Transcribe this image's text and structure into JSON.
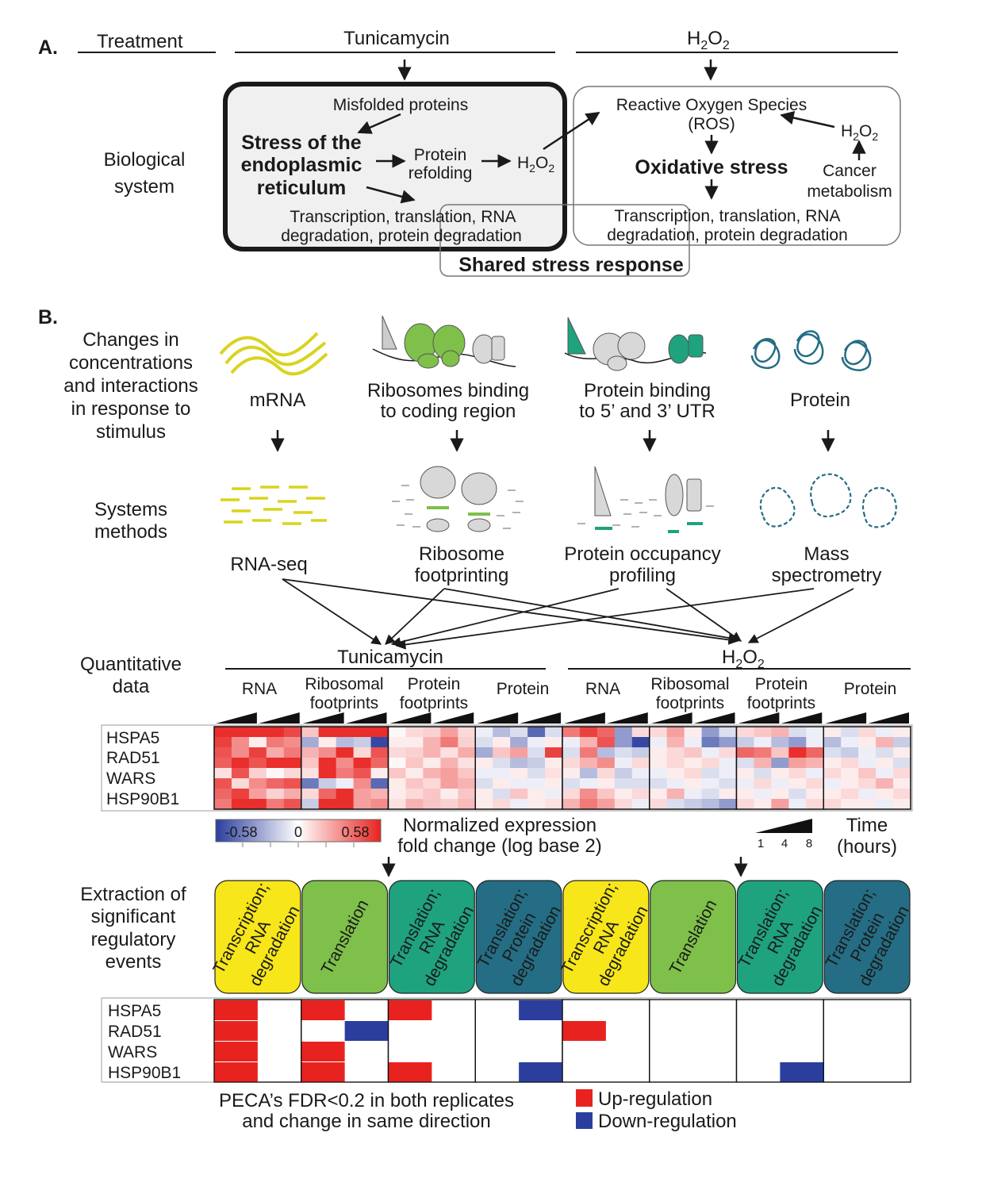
{
  "panel_a": {
    "label": "A.",
    "treatment_header": "Treatment",
    "treatments": [
      "Tunicamycin",
      "H",
      "2",
      "O",
      "2"
    ],
    "biological_system": [
      "Biological",
      "system"
    ],
    "er": {
      "misfolded": "Misfolded proteins",
      "stress_lines": [
        "Stress of the",
        "endoplasmic",
        "reticulum"
      ],
      "refolding_lines": [
        "Protein",
        "refolding"
      ],
      "h2o2": [
        "H",
        "2",
        "O",
        "2"
      ],
      "outputs": [
        "Transcription, translation, RNA",
        "degradation, protein degradation"
      ]
    },
    "ox": {
      "ros_lines": [
        "Reactive Oxygen Species",
        "(ROS)"
      ],
      "stress": "Oxidative stress",
      "h2o2": [
        "H",
        "2",
        "O",
        "2"
      ],
      "cancer_lines": [
        "Cancer",
        "metabolism"
      ],
      "outputs": [
        "Transcription, translation, RNA",
        "degradation, protein degradation"
      ]
    },
    "shared": "Shared stress response"
  },
  "panel_b": {
    "label": "B.",
    "changes_lines": [
      "Changes in",
      "concentrations",
      "and interactions",
      "in response to",
      "stimulus"
    ],
    "molecules": [
      {
        "lines": [
          "mRNA"
        ]
      },
      {
        "lines": [
          "Ribosomes binding",
          "to coding region"
        ]
      },
      {
        "lines": [
          "Protein binding",
          "to 5’ and 3’ UTR"
        ]
      },
      {
        "lines": [
          "Protein"
        ]
      }
    ],
    "systems_methods_lines": [
      "Systems",
      "methods"
    ],
    "methods": [
      {
        "lines": [
          "RNA-seq"
        ]
      },
      {
        "lines": [
          "Ribosome",
          "footprinting"
        ]
      },
      {
        "lines": [
          "Protein occupancy",
          "profiling"
        ]
      },
      {
        "lines": [
          "Mass",
          "spectrometry"
        ]
      }
    ],
    "quantitative_lines": [
      "Quantitative",
      "data"
    ],
    "heat_treatment_1": "Tunicamycin",
    "heat_treatment_2": [
      "H",
      "2",
      "O",
      "2"
    ],
    "column_groups": [
      {
        "lines": [
          "RNA"
        ]
      },
      {
        "lines": [
          "Ribosomal",
          "footprints"
        ]
      },
      {
        "lines": [
          "Protein",
          "footprints"
        ]
      },
      {
        "lines": [
          "Protein"
        ]
      },
      {
        "lines": [
          "RNA"
        ]
      },
      {
        "lines": [
          "Ribosomal",
          "footprints"
        ]
      },
      {
        "lines": [
          "Protein",
          "footprints"
        ]
      },
      {
        "lines": [
          "Protein"
        ]
      }
    ],
    "genes": [
      "HSPA5",
      "RAD51",
      "WARS",
      "HSP90B1"
    ],
    "colorbar": {
      "min": "-0.58",
      "mid": "0",
      "max": "0.58",
      "low_color": "#2b3e9e",
      "mid_color": "#ffffff",
      "high_color": "#e8231f"
    },
    "colorbar_caption": [
      "Normalized expression",
      "fold change (log base 2)"
    ],
    "time_ticks": [
      "1",
      "4",
      "8"
    ],
    "time_caption": [
      "Time",
      "(hours)"
    ],
    "extraction_lines": [
      "Extraction of",
      "significant",
      "regulatory",
      "events"
    ],
    "events": [
      {
        "lines": [
          "Transcription;",
          "RNA",
          "degradation"
        ],
        "color": "#f7e619"
      },
      {
        "lines": [
          "Translation"
        ],
        "color": "#7ec04a"
      },
      {
        "lines": [
          "Translation;",
          "RNA",
          "degradation"
        ],
        "color": "#1fa27e"
      },
      {
        "lines": [
          "Translation;",
          "Protein",
          "degradation"
        ],
        "color": "#246d84"
      },
      {
        "lines": [
          "Transcription;",
          "RNA",
          "degradation"
        ],
        "color": "#f7e619"
      },
      {
        "lines": [
          "Translation"
        ],
        "color": "#7ec04a"
      },
      {
        "lines": [
          "Translation;",
          "RNA",
          "degradation"
        ],
        "color": "#1fa27e"
      },
      {
        "lines": [
          "Translation;",
          "Protein",
          "degradation"
        ],
        "color": "#246d84"
      }
    ],
    "peca_lines": [
      "PECA’s FDR<0.2 in both replicates",
      "and change in same direction"
    ],
    "legend_up": "Up-regulation",
    "legend_down": "Down-regulation",
    "up_color": "#e8231f",
    "down_color": "#2b3e9e",
    "regulation_marks": [
      {
        "group": 0,
        "gene": 0,
        "half": 0,
        "dir": "up"
      },
      {
        "group": 0,
        "gene": 1,
        "half": 0,
        "dir": "up"
      },
      {
        "group": 0,
        "gene": 2,
        "half": 0,
        "dir": "up"
      },
      {
        "group": 0,
        "gene": 3,
        "half": 0,
        "dir": "up"
      },
      {
        "group": 1,
        "gene": 0,
        "half": 0,
        "dir": "up"
      },
      {
        "group": 1,
        "gene": 1,
        "half": 1,
        "dir": "down"
      },
      {
        "group": 1,
        "gene": 2,
        "half": 0,
        "dir": "up"
      },
      {
        "group": 1,
        "gene": 3,
        "half": 0,
        "dir": "up"
      },
      {
        "group": 2,
        "gene": 0,
        "half": 0,
        "dir": "up"
      },
      {
        "group": 2,
        "gene": 3,
        "half": 0,
        "dir": "up"
      },
      {
        "group": 3,
        "gene": 0,
        "half": 1,
        "dir": "down"
      },
      {
        "group": 3,
        "gene": 3,
        "half": 1,
        "dir": "down"
      },
      {
        "group": 4,
        "gene": 1,
        "half": 0,
        "dir": "up"
      },
      {
        "group": 6,
        "gene": 3,
        "half": 1,
        "dir": "down"
      }
    ],
    "heatmap_values": [
      [
        [
          0.55,
          0.55,
          0.55,
          0.55,
          0.48
        ],
        [
          0.5,
          0.3,
          0.05,
          0.35,
          0.3
        ],
        [
          0.45,
          0.3,
          0.5,
          0.22,
          0.35
        ],
        [
          0.42,
          0.55,
          0.45,
          0.55,
          0.55
        ],
        [
          0.08,
          0.45,
          0.12,
          0.02,
          0.1
        ],
        [
          0.45,
          0.1,
          0.3,
          0.4,
          0.45
        ],
        [
          0.4,
          0.5,
          0.25,
          0.12,
          0.22
        ],
        [
          0.35,
          0.55,
          0.55,
          0.35,
          0.45
        ]
      ],
      [
        [
          0.15,
          0.55,
          0.55,
          0.55,
          0.55
        ],
        [
          -0.25,
          0.05,
          -0.2,
          -0.15,
          -0.55
        ],
        [
          0.2,
          0.3,
          0.55,
          0.1,
          0.45
        ],
        [
          0.15,
          0.55,
          0.3,
          0.55,
          0.4
        ],
        [
          0.08,
          0.55,
          0.35,
          0.45,
          0.05
        ],
        [
          -0.4,
          -0.15,
          -0.05,
          0.3,
          -0.45
        ],
        [
          0.1,
          0.4,
          0.55,
          0.25,
          0.2
        ],
        [
          -0.15,
          0.55,
          0.55,
          0.25,
          0.3
        ]
      ],
      [
        [
          0.02,
          0.1,
          0.12,
          0.25,
          0.1
        ],
        [
          0.05,
          0.05,
          0.2,
          0.35,
          0.12
        ],
        [
          0.1,
          0.12,
          0.2,
          0.08,
          0.22
        ],
        [
          0.02,
          0.15,
          0.05,
          0.2,
          0.08
        ],
        [
          0.15,
          0.05,
          0.2,
          0.25,
          0.15
        ],
        [
          0.05,
          0.15,
          0.1,
          0.25,
          0.2
        ],
        [
          0.05,
          0.1,
          0.15,
          0.05,
          0.15
        ],
        [
          0.08,
          0.2,
          0.15,
          0.12,
          0.18
        ]
      ],
      [
        [
          -0.05,
          -0.2,
          -0.1,
          -0.45,
          -0.1
        ],
        [
          -0.1,
          0.05,
          -0.25,
          -0.05,
          0.05
        ],
        [
          -0.25,
          0.15,
          0.25,
          -0.1,
          0.5
        ],
        [
          0.05,
          -0.1,
          -0.2,
          -0.15,
          0.05
        ],
        [
          -0.05,
          -0.05,
          0.05,
          -0.1,
          0.08
        ],
        [
          -0.1,
          0.05,
          -0.05,
          -0.05,
          0.05
        ],
        [
          0.05,
          -0.1,
          0.15,
          0.05,
          -0.05
        ],
        [
          0.05,
          0.1,
          -0.05,
          0.05,
          0.08
        ]
      ],
      [
        [
          0.35,
          0.5,
          0.4,
          -0.3,
          0.1
        ],
        [
          -0.05,
          0.2,
          0.45,
          -0.3,
          -0.55
        ],
        [
          -0.1,
          0.35,
          -0.2,
          -0.1,
          -0.15
        ],
        [
          0.1,
          0.2,
          0.3,
          -0.05,
          0.1
        ],
        [
          0.05,
          -0.2,
          0.1,
          -0.15,
          -0.05
        ],
        [
          -0.1,
          -0.05,
          0.05,
          -0.1,
          -0.1
        ],
        [
          0.1,
          0.3,
          0.15,
          0.05,
          0.1
        ],
        [
          0.2,
          0.35,
          0.25,
          0.1,
          -0.05
        ]
      ],
      [
        [
          0.1,
          0.25,
          0.05,
          -0.3,
          -0.1
        ],
        [
          -0.05,
          0.2,
          -0.05,
          -0.4,
          -0.3
        ],
        [
          0.05,
          0.1,
          0.15,
          -0.05,
          0.1
        ],
        [
          0.05,
          0.1,
          0.05,
          0.1,
          -0.05
        ],
        [
          -0.05,
          0.05,
          0.1,
          -0.1,
          -0.05
        ],
        [
          -0.1,
          -0.05,
          0.05,
          -0.05,
          -0.1
        ],
        [
          0.05,
          0.2,
          -0.05,
          -0.1,
          0.05
        ],
        [
          0.1,
          -0.1,
          -0.15,
          -0.2,
          -0.3
        ]
      ],
      [
        [
          0.1,
          0.15,
          0.2,
          -0.1,
          -0.05
        ],
        [
          -0.15,
          -0.05,
          -0.2,
          -0.3,
          -0.05
        ],
        [
          0.4,
          0.35,
          0.15,
          0.55,
          0.4
        ],
        [
          -0.1,
          0.2,
          -0.3,
          0.25,
          0.2
        ],
        [
          0.05,
          -0.1,
          0.05,
          0.1,
          -0.05
        ],
        [
          -0.05,
          0.1,
          -0.05,
          0.05,
          0.1
        ],
        [
          0.05,
          -0.05,
          0.05,
          -0.1,
          0.05
        ],
        [
          0.1,
          0.05,
          0.25,
          -0.05,
          0.1
        ]
      ],
      [
        [
          0.05,
          -0.1,
          0.1,
          -0.05,
          0.05
        ],
        [
          -0.2,
          -0.05,
          0.05,
          0.2,
          -0.15
        ],
        [
          -0.1,
          -0.15,
          -0.05,
          -0.1,
          0.05
        ],
        [
          0.05,
          0.1,
          -0.05,
          0.05,
          -0.1
        ],
        [
          0.1,
          0.05,
          0.15,
          -0.05,
          0.1
        ],
        [
          -0.05,
          0.05,
          0.1,
          0.2,
          0.05
        ],
        [
          0.05,
          0.1,
          -0.05,
          0.05,
          0.1
        ],
        [
          0.1,
          0.05,
          0.05,
          -0.05,
          0.05
        ]
      ]
    ]
  }
}
